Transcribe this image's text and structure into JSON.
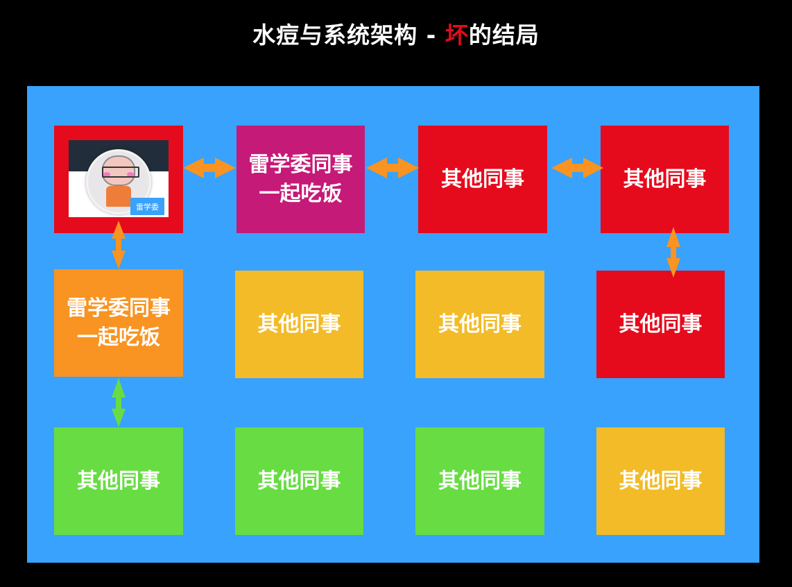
{
  "title": {
    "prefix": "水痘与系统架构 - ",
    "highlight": "坏",
    "suffix": "的结局",
    "highlight_color": "#e60a1d"
  },
  "colors": {
    "background": "#000000",
    "panel": "#38a2fd",
    "red": "#e60a1d",
    "magenta": "#c51a77",
    "orange": "#f99321",
    "yellow": "#f2bb27",
    "green": "#68dc43",
    "arrow_orange": "#f99321",
    "arrow_green": "#68dc43"
  },
  "avatar": {
    "badge_label": "雷学委",
    "frame_color": "#e60a1d"
  },
  "grid": {
    "rows": [
      [
        {
          "id": "r1c1",
          "type": "avatar",
          "color": "red"
        },
        {
          "id": "r1c2",
          "label": "雷学委同事\n一起吃饭",
          "color": "magenta"
        },
        {
          "id": "r1c3",
          "label": "其他同事",
          "color": "red"
        },
        {
          "id": "r1c4",
          "label": "其他同事",
          "color": "red"
        }
      ],
      [
        {
          "id": "r2c1",
          "label": "雷学委同事\n一起吃饭",
          "color": "orange"
        },
        {
          "id": "r2c2",
          "label": "其他同事",
          "color": "yellow"
        },
        {
          "id": "r2c3",
          "label": "其他同事",
          "color": "yellow"
        },
        {
          "id": "r2c4",
          "label": "其他同事",
          "color": "red"
        }
      ],
      [
        {
          "id": "r3c1",
          "label": "其他同事",
          "color": "green"
        },
        {
          "id": "r3c2",
          "label": "其他同事",
          "color": "green"
        },
        {
          "id": "r3c3",
          "label": "其他同事",
          "color": "green"
        },
        {
          "id": "r3c4",
          "label": "其他同事",
          "color": "yellow"
        }
      ]
    ]
  },
  "connections": [
    {
      "from": "r1c1",
      "to": "r1c2",
      "color": "orange",
      "direction": "horizontal"
    },
    {
      "from": "r1c2",
      "to": "r1c3",
      "color": "orange",
      "direction": "horizontal"
    },
    {
      "from": "r1c3",
      "to": "r1c4",
      "color": "orange",
      "direction": "horizontal"
    },
    {
      "from": "r1c1",
      "to": "r2c1",
      "color": "orange",
      "direction": "vertical"
    },
    {
      "from": "r1c4",
      "to": "r2c4",
      "color": "orange",
      "direction": "vertical"
    },
    {
      "from": "r2c1",
      "to": "r3c1",
      "color": "green",
      "direction": "vertical"
    }
  ]
}
